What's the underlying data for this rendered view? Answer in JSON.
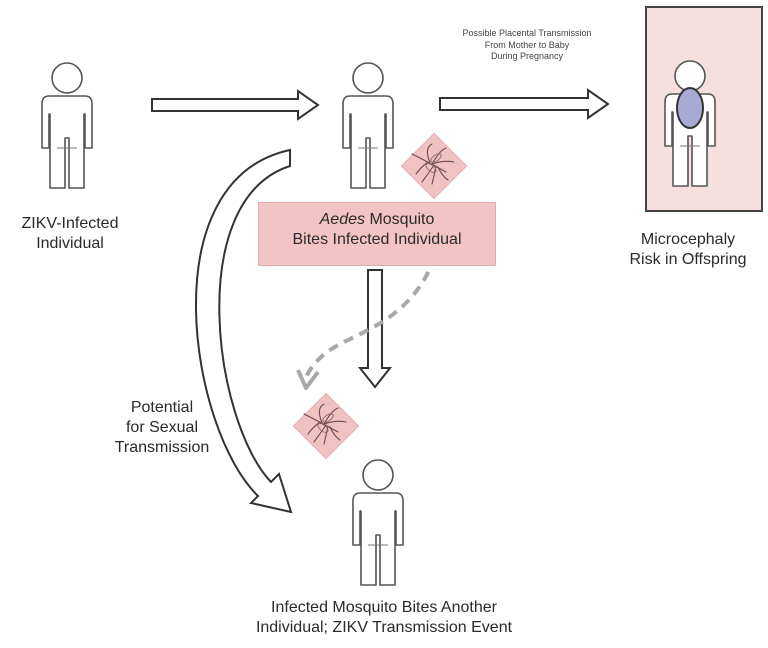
{
  "labels": {
    "infected_individual": [
      "ZIKV-Infected",
      "Individual"
    ],
    "bite_italic": "Aedes",
    "bite_rest": " Mosquito",
    "bite_line2": "Bites Infected Individual",
    "placental": [
      "Possible Placental Transmission",
      "From Mother to Baby",
      "During Pregnancy"
    ],
    "microcephaly": [
      "Microcephaly",
      "Risk in Offspring"
    ],
    "sexual": [
      "Potential",
      "for Sexual",
      "Transmission"
    ],
    "transmission_event": [
      "Infected Mosquito Bites Another",
      "Individual; ZIKV Transmission Event"
    ]
  },
  "colors": {
    "figure_stroke": "#555555",
    "bite_box_fill": "#f2c4c4",
    "pregnancy_panel_fill": "#f6dfdf",
    "fetus_fill": "#a9a9d6",
    "mosquito_diamond_fill": "#f0c2c2",
    "dashed_arrow": "#a8a8a8"
  },
  "icons": [
    "person-icon",
    "mosquito-icon",
    "fetus-icon",
    "arrow-icon"
  ]
}
